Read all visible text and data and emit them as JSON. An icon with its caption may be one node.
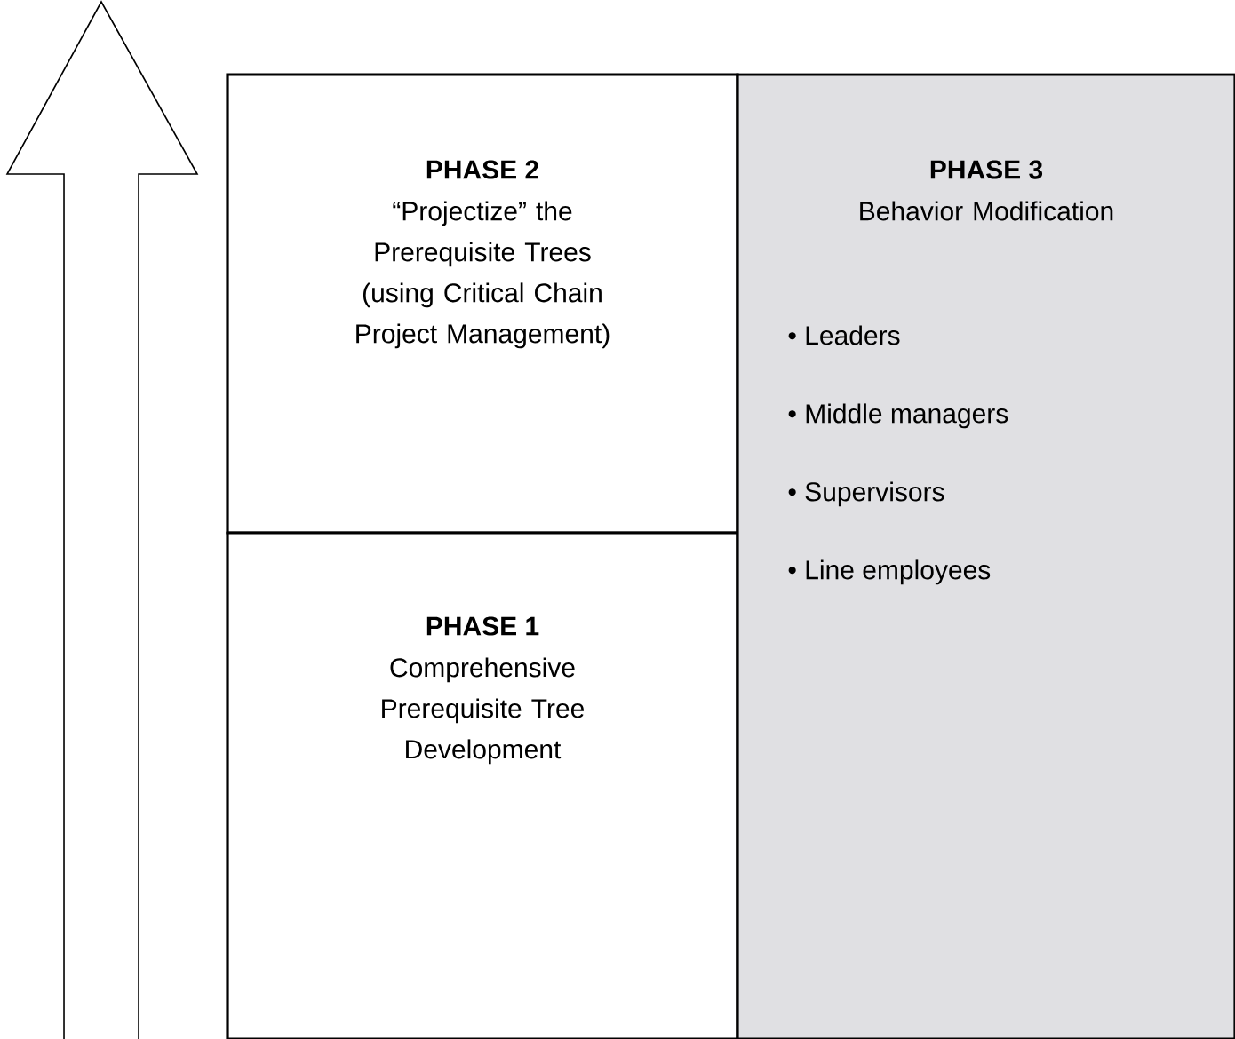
{
  "diagram": {
    "nodes": [
      {
        "text": [
          "PHASE 2",
          "“Projectize” the Prerequisite Trees (using Critical Chain Project Management)"
        ]
      },
      {
        "text": [
          "PHASE 1",
          "Comprehensive Prerequisite Tree Development"
        ]
      },
      {
        "text": [
          "PHASE 3",
          "Behavior Modification",
          "• Leaders",
          "• Middle managers",
          "• Supervisors",
          "• Line employees"
        ]
      }
    ],
    "edges": []
  }
}
